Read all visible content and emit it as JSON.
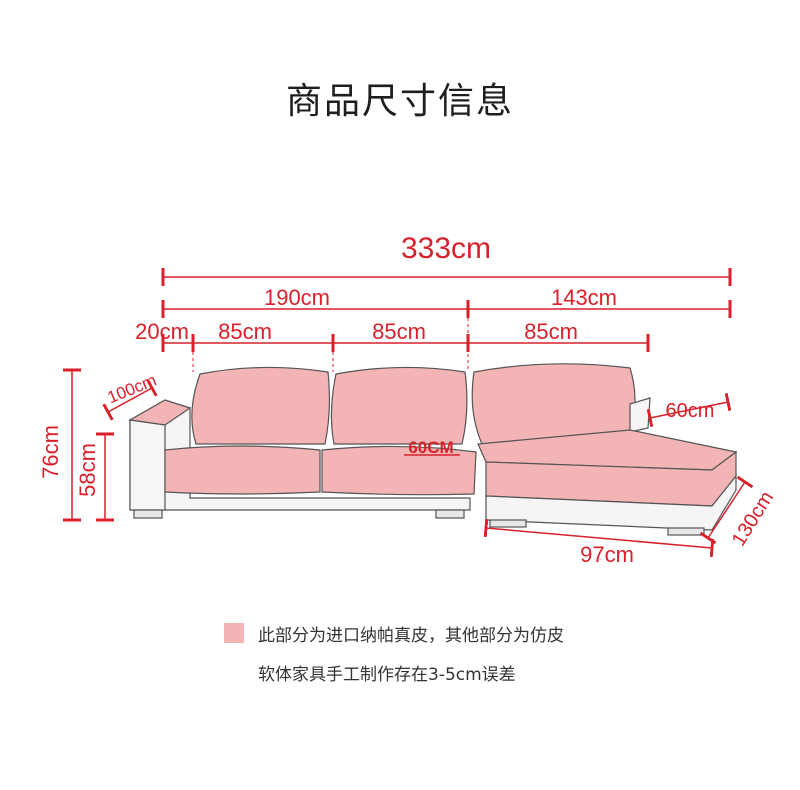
{
  "title": "商品尺寸信息",
  "dimensions": {
    "total_width": "333cm",
    "left_section": "190cm",
    "right_section": "143cm",
    "armrest": "20cm",
    "seat_1": "85cm",
    "seat_2": "85cm",
    "seat_3": "85cm",
    "overall_height": "76cm",
    "seat_height": "58cm",
    "depth": "100cm",
    "inner_depth": "60CM",
    "chaise_back": "60cm",
    "chaise_length": "130cm",
    "chaise_width": "97cm"
  },
  "colors": {
    "dimension_line": "#d9212b",
    "leather": "#f2b4b4",
    "outline": "#555555"
  },
  "legend": {
    "line1": "此部分为进口纳帕真皮，其他部分为仿皮",
    "line2": "软体家具手工制作存在3-5cm误差"
  }
}
